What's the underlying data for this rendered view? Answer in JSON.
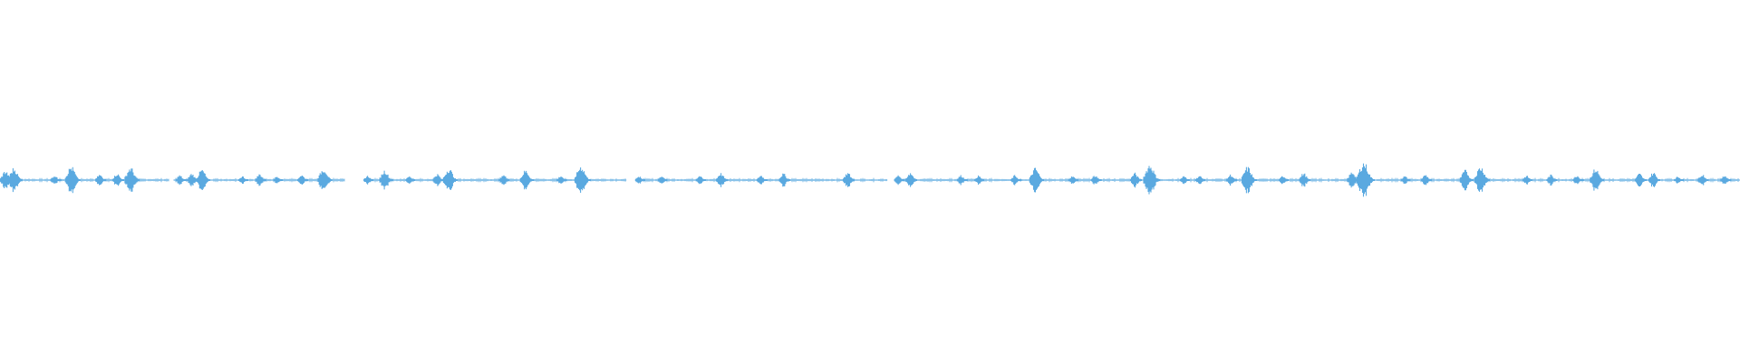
{
  "waveform": {
    "color": "#5aa9e0",
    "segments": [
      {
        "start": 0.0,
        "end": 0.097
      },
      {
        "start": 0.1,
        "end": 0.198
      },
      {
        "start": 0.209,
        "end": 0.36
      },
      {
        "start": 0.365,
        "end": 0.51
      },
      {
        "start": 0.514,
        "end": 1.0
      }
    ],
    "bursts": [
      {
        "t": 0.004,
        "a": 0.42
      },
      {
        "t": 0.009,
        "a": 0.55
      },
      {
        "t": 0.032,
        "a": 0.22
      },
      {
        "t": 0.042,
        "a": 0.62
      },
      {
        "t": 0.058,
        "a": 0.25
      },
      {
        "t": 0.068,
        "a": 0.3
      },
      {
        "t": 0.076,
        "a": 0.58
      },
      {
        "t": 0.104,
        "a": 0.22
      },
      {
        "t": 0.111,
        "a": 0.3
      },
      {
        "t": 0.117,
        "a": 0.48
      },
      {
        "t": 0.14,
        "a": 0.18
      },
      {
        "t": 0.15,
        "a": 0.28
      },
      {
        "t": 0.16,
        "a": 0.18
      },
      {
        "t": 0.174,
        "a": 0.24
      },
      {
        "t": 0.187,
        "a": 0.55
      },
      {
        "t": 0.212,
        "a": 0.2
      },
      {
        "t": 0.222,
        "a": 0.45
      },
      {
        "t": 0.236,
        "a": 0.18
      },
      {
        "t": 0.252,
        "a": 0.28
      },
      {
        "t": 0.259,
        "a": 0.55
      },
      {
        "t": 0.29,
        "a": 0.25
      },
      {
        "t": 0.303,
        "a": 0.45
      },
      {
        "t": 0.323,
        "a": 0.2
      },
      {
        "t": 0.335,
        "a": 0.66
      },
      {
        "t": 0.368,
        "a": 0.16
      },
      {
        "t": 0.381,
        "a": 0.2
      },
      {
        "t": 0.403,
        "a": 0.2
      },
      {
        "t": 0.415,
        "a": 0.32
      },
      {
        "t": 0.438,
        "a": 0.22
      },
      {
        "t": 0.451,
        "a": 0.3
      },
      {
        "t": 0.488,
        "a": 0.35
      },
      {
        "t": 0.517,
        "a": 0.22
      },
      {
        "t": 0.524,
        "a": 0.35
      },
      {
        "t": 0.553,
        "a": 0.22
      },
      {
        "t": 0.563,
        "a": 0.2
      },
      {
        "t": 0.584,
        "a": 0.22
      },
      {
        "t": 0.596,
        "a": 0.55
      },
      {
        "t": 0.617,
        "a": 0.18
      },
      {
        "t": 0.63,
        "a": 0.22
      },
      {
        "t": 0.653,
        "a": 0.32
      },
      {
        "t": 0.662,
        "a": 0.72
      },
      {
        "t": 0.681,
        "a": 0.18
      },
      {
        "t": 0.69,
        "a": 0.2
      },
      {
        "t": 0.708,
        "a": 0.25
      },
      {
        "t": 0.718,
        "a": 0.6
      },
      {
        "t": 0.738,
        "a": 0.2
      },
      {
        "t": 0.75,
        "a": 0.32
      },
      {
        "t": 0.778,
        "a": 0.38
      },
      {
        "t": 0.785,
        "a": 0.82
      },
      {
        "t": 0.808,
        "a": 0.18
      },
      {
        "t": 0.82,
        "a": 0.25
      },
      {
        "t": 0.843,
        "a": 0.45
      },
      {
        "t": 0.852,
        "a": 0.62
      },
      {
        "t": 0.878,
        "a": 0.2
      },
      {
        "t": 0.892,
        "a": 0.24
      },
      {
        "t": 0.907,
        "a": 0.22
      },
      {
        "t": 0.918,
        "a": 0.52
      },
      {
        "t": 0.943,
        "a": 0.3
      },
      {
        "t": 0.951,
        "a": 0.35
      },
      {
        "t": 0.965,
        "a": 0.16
      },
      {
        "t": 0.979,
        "a": 0.28
      },
      {
        "t": 0.992,
        "a": 0.22
      }
    ]
  }
}
